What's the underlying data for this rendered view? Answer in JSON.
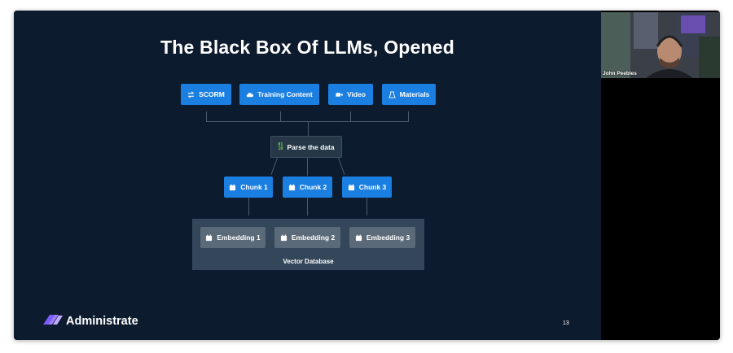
{
  "slide": {
    "title": "The Black Box Of LLMs, Opened",
    "sources": [
      {
        "label": "SCORM",
        "icon": "scorm-icon"
      },
      {
        "label": "Training Content",
        "icon": "cloud-icon"
      },
      {
        "label": "Video",
        "icon": "video-camera-icon"
      },
      {
        "label": "Materials",
        "icon": "materials-icon"
      }
    ],
    "parse": {
      "label": "Parse the data",
      "icon": "binary-icon",
      "icon_text_top": "01",
      "icon_text_bottom": "10"
    },
    "chunks": [
      {
        "label": "Chunk 1",
        "icon": "database-icon"
      },
      {
        "label": "Chunk 2",
        "icon": "database-icon"
      },
      {
        "label": "Chunk 3",
        "icon": "database-icon"
      }
    ],
    "embeddings": [
      {
        "label": "Embedding 1",
        "icon": "database-icon"
      },
      {
        "label": "Embedding 2",
        "icon": "database-icon"
      },
      {
        "label": "Embedding 3",
        "icon": "database-icon"
      }
    ],
    "vector_db_label": "Vector Database",
    "brand": "Administrate",
    "page_number": "13"
  },
  "participant": {
    "name": "John Peebles"
  },
  "colors": {
    "slide_bg": "#0d1b2e",
    "node_blue": "#1a7fe0",
    "parse_green": "#7cd65a",
    "vector_db_bg": "#33465a",
    "embedding_bg": "#5b6a78",
    "logo_purple": "#7b5cff"
  }
}
